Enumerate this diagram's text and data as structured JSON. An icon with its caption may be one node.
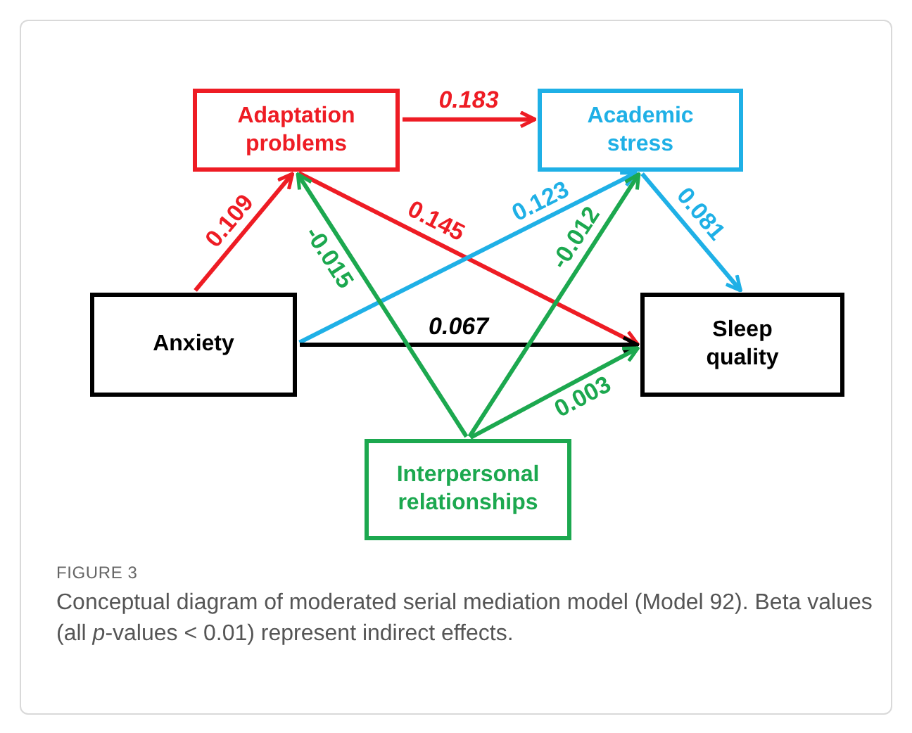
{
  "diagram": {
    "title": "FIGURE 3",
    "caption": "Conceptual diagram of moderated serial mediation model (Model 92). Beta values (all *p*-values < 0.01) represent indirect effects.",
    "nodes": [
      {
        "text": [
          "Adaptation problems"
        ]
      },
      {
        "text": [
          "Academic stress"
        ]
      },
      {
        "text": [
          "Anxiety"
        ]
      },
      {
        "text": [
          "Sleep quality"
        ]
      },
      {
        "text": [
          "Interpersonal relationships"
        ]
      }
    ],
    "edges": [
      {
        "from": 2,
        "to": 0,
        "arrow": "to",
        "label": "0.109",
        "color": "#ee1c24"
      },
      {
        "from": 0,
        "to": 1,
        "arrow": "to",
        "label": "0.183",
        "color": "#ee1c24"
      },
      {
        "from": 0,
        "to": 3,
        "arrow": "to",
        "label": "0.145",
        "color": "#ee1c24"
      },
      {
        "from": 2,
        "to": 1,
        "arrow": "to",
        "label": "0.123",
        "color": "#1fb0e6"
      },
      {
        "from": 1,
        "to": 3,
        "arrow": "to",
        "label": "0.081",
        "color": "#1fb0e6"
      },
      {
        "from": 2,
        "to": 3,
        "arrow": "to",
        "label": "0.067",
        "color": "#000000"
      },
      {
        "from": 4,
        "to": 0,
        "arrow": "to",
        "label": "-0.015",
        "color": "#1ca84f"
      },
      {
        "from": 4,
        "to": 1,
        "arrow": "to",
        "label": "-0.012",
        "color": "#1ca84f"
      },
      {
        "from": 4,
        "to": 3,
        "arrow": "to",
        "label": "0.003",
        "color": "#1ca84f"
      }
    ]
  }
}
